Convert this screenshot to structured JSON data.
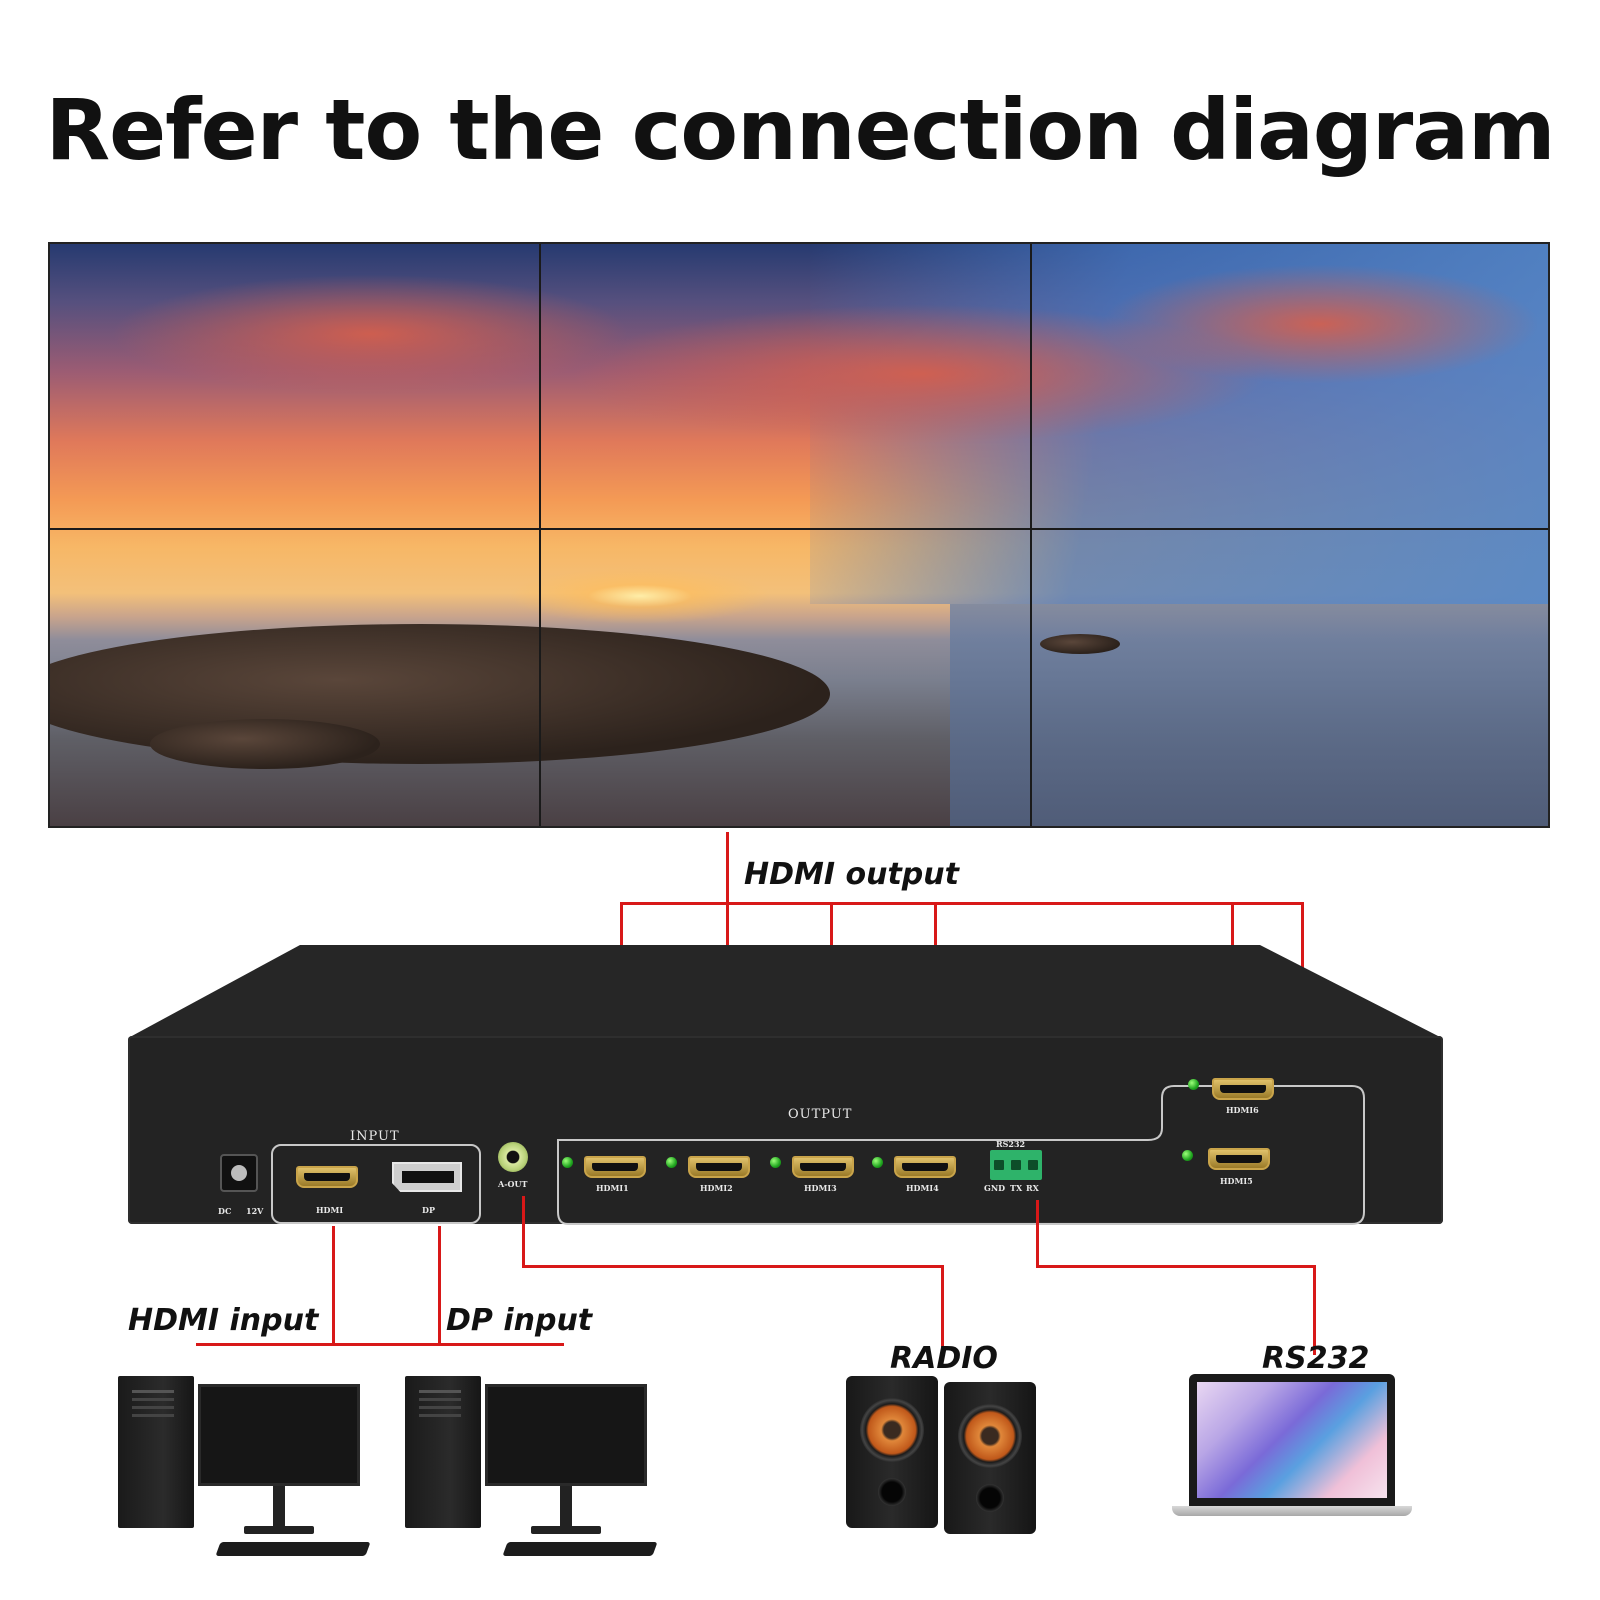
{
  "title": "Refer to the connection diagram",
  "labels": {
    "hdmi_output": "HDMI output",
    "hdmi_input": "HDMI input",
    "dp_input": "DP input",
    "radio": "RADIO",
    "rs232": "RS232"
  },
  "device": {
    "input_section": "INPUT",
    "output_section": "OUTPUT",
    "dc": "DC",
    "dc_voltage": "12V",
    "hdmi_in_port": "HDMI",
    "dp_port": "DP",
    "aout_port": "A-OUT",
    "rs232_block": "RS232",
    "rs232_pins": [
      "GND",
      "TX",
      "RX"
    ],
    "output_ports": [
      "HDMI1",
      "HDMI2",
      "HDMI3",
      "HDMI4",
      "HDMI5",
      "HDMI6"
    ]
  },
  "colors": {
    "wire": "#d81818",
    "device_body": "#232323",
    "led": "#1fa51f",
    "terminal": "#2eb36a"
  }
}
